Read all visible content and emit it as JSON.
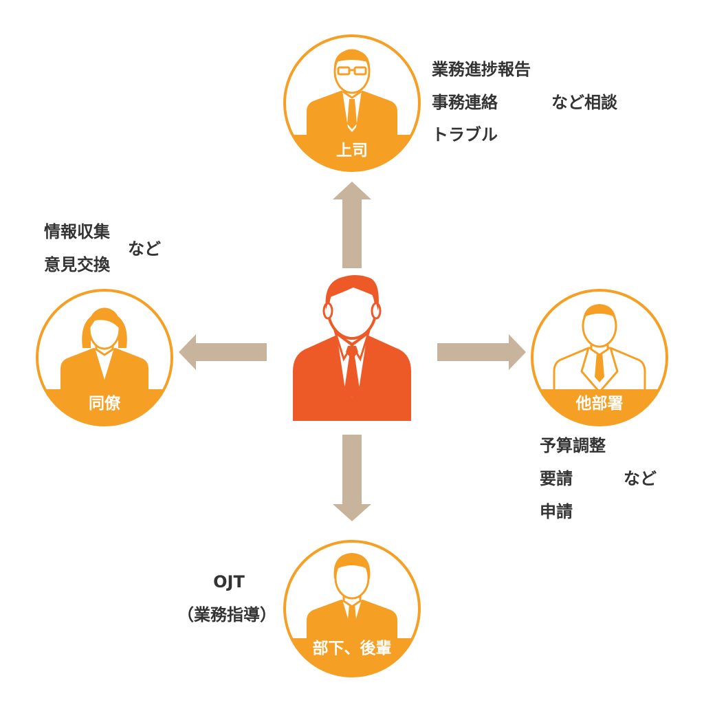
{
  "colors": {
    "accent": "#F5A024",
    "center_person": "#EE5A27",
    "arrow": "#C8B49C",
    "text": "#333333",
    "label_text": "#FFFFFF"
  },
  "center": {
    "icon": "businessman-icon"
  },
  "boss": {
    "label": "上司",
    "icon": "glasses-man-icon",
    "notes": [
      "業務進捗報告",
      "事務連絡",
      "トラブル"
    ],
    "suffix": "など相談"
  },
  "colleague": {
    "label": "同僚",
    "icon": "woman-icon",
    "notes": [
      "情報収集",
      "意見交換"
    ],
    "suffix": "など"
  },
  "other_dept": {
    "label": "他部署",
    "icon": "man-icon",
    "notes": [
      "予算調整",
      "要請",
      "申請"
    ],
    "suffix": "など"
  },
  "subordinate": {
    "label": "部下、後輩",
    "icon": "young-man-icon",
    "notes": [
      "OJT",
      "（業務指導）"
    ]
  }
}
